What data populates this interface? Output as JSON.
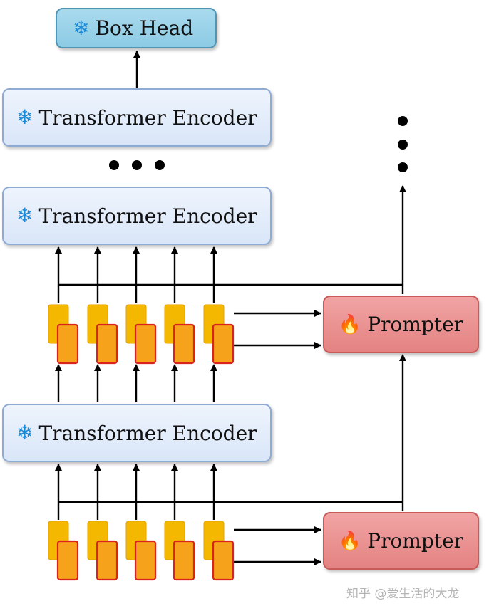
{
  "box_head": {
    "label": "Box Head",
    "icon": "snowflake-icon"
  },
  "encoders": [
    {
      "label": "Transformer Encoder",
      "icon": "snowflake-icon"
    },
    {
      "label": "Transformer Encoder",
      "icon": "snowflake-icon"
    },
    {
      "label": "Transformer Encoder",
      "icon": "snowflake-icon"
    }
  ],
  "prompters": [
    {
      "label": "Prompter",
      "icon": "fire-icon"
    },
    {
      "label": "Prompter",
      "icon": "fire-icon"
    }
  ],
  "watermark": "知乎 @爱生活的大龙",
  "colors": {
    "encoder_fill": "#dde8f8",
    "encoder_border": "#8faad3",
    "box_head_fill": "#99d2ea",
    "prompter_fill": "#ec9494",
    "token_back": "#f5b800",
    "token_front": "#f7a21b",
    "token_front_border": "#d8231f",
    "arrow": "#000000"
  }
}
